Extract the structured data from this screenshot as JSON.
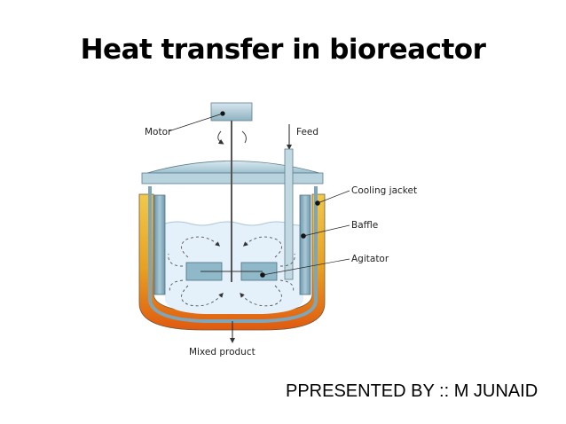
{
  "slide": {
    "title": "Heat transfer in bioreactor",
    "presenter": "PPRESENTED BY :: M JUNAID"
  },
  "diagram": {
    "labels": {
      "motor": "Motor",
      "feed": "Feed",
      "cooling_jacket": "Cooling jacket",
      "baffle": "Baffle",
      "agitator": "Agitator",
      "mixed_product": "Mixed product"
    },
    "colors": {
      "jacket_outer": "#e8a020",
      "jacket_bottom": "#e05a10",
      "vessel_metal": "#8fb8c8",
      "liquid": "#e4f0fa",
      "baffle": "#7fa6b8"
    }
  }
}
